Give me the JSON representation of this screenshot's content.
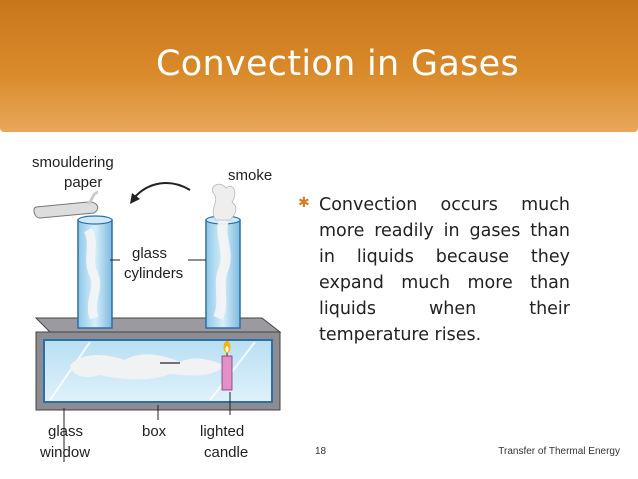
{
  "slide": {
    "title": "Convection in Gases",
    "bullet": "Convection occurs much more readily in gases than in liquids because they expand much more than liquids when their temperature rises.",
    "slide_number": "18",
    "footer_title": "Transfer of Thermal Energy"
  },
  "diagram": {
    "labels": {
      "smouldering_1": "smouldering",
      "smouldering_2": "paper",
      "smoke": "smoke",
      "glass_cylinders_1": "glass",
      "glass_cylinders_2": "cylinders",
      "glass_window_1": "glass",
      "glass_window_2": "window",
      "box": "box",
      "lighted_candle_1": "lighted",
      "lighted_candle_2": "candle"
    }
  },
  "colors": {
    "header_top": "#c8761a",
    "header_bottom": "#e8a75a",
    "bullet_accent": "#d0802a",
    "box_gray": "#8c8c92",
    "glass_blue": "#9fd0ec"
  },
  "icons": {
    "bullet": "asterisk-bullet-icon"
  }
}
